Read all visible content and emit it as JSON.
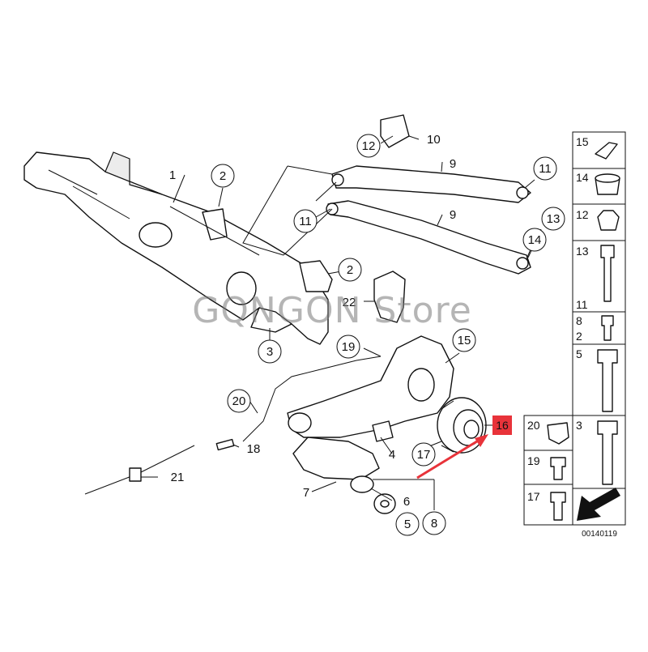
{
  "watermark": "GQNGON Store",
  "diagram_code": "00140119",
  "colors": {
    "highlight": "#e8333a",
    "line": "#111111",
    "watermark": "#7a7a7a"
  },
  "callouts": {
    "c1": "1",
    "c2a": "2",
    "c2b": "2",
    "c3": "3",
    "c4": "4",
    "c5": "5",
    "c6": "6",
    "c7": "7",
    "c8": "8",
    "c9a": "9",
    "c9b": "9",
    "c10": "10",
    "c11a": "11",
    "c11b": "11",
    "c12": "12",
    "c13": "13",
    "c14": "14",
    "c15": "15",
    "c16": "16",
    "c17": "17",
    "c18": "18",
    "c19": "19",
    "c20": "20",
    "c21": "21",
    "c22": "22"
  },
  "legend": {
    "col1": [
      "15",
      "14",
      "12",
      "13",
      "11",
      "8",
      "2",
      "5",
      "3"
    ],
    "col2": [
      "20",
      "19",
      "17"
    ]
  }
}
